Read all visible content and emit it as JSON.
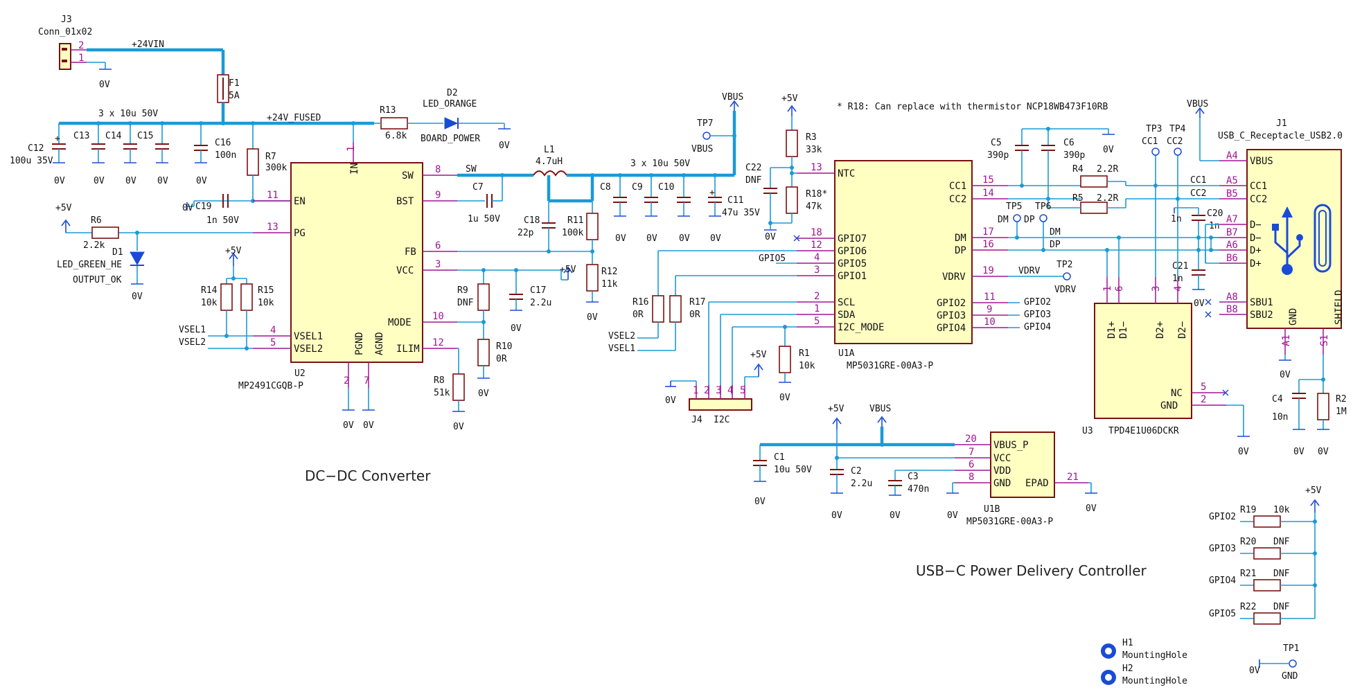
{
  "sections": {
    "dcdc_title": "DC−DC Converter",
    "usbpd_title": "USB−C Power Delivery Controller"
  },
  "note": "* R18: Can replace with thermistor NCP18WB473F10RB",
  "nets": {
    "vin": "+24VIN",
    "fused": "+24V_FUSED",
    "sw": "SW",
    "vbus": "VBUS",
    "p5v": "+5V",
    "gnd": "0V",
    "dm": "DM",
    "dp": "DP",
    "cc1": "CC1",
    "cc2": "CC2",
    "vdrv": "VDRV",
    "gpio2": "GPIO2",
    "gpio3": "GPIO3",
    "gpio4": "GPIO4",
    "gpio5": "GPIO5",
    "vsel1": "VSEL1",
    "vsel2": "VSEL2"
  },
  "labels": {
    "caps_in": "3 x 10u 50V",
    "caps_out": "3 x 10u 50V",
    "board_power": "BOARD_POWER",
    "output_ok": "OUTPUT_OK"
  },
  "u2": {
    "ref": "U2",
    "value": "MP2491CGQB-P",
    "pins_left": [
      {
        "num": "11",
        "name": "EN"
      },
      {
        "num": "13",
        "name": "PG"
      },
      {
        "num": "4",
        "name": "VSEL1"
      },
      {
        "num": "5",
        "name": "VSEL2"
      }
    ],
    "pins_right": [
      {
        "num": "8",
        "name": "SW"
      },
      {
        "num": "9",
        "name": "BST"
      },
      {
        "num": "6",
        "name": "FB"
      },
      {
        "num": "3",
        "name": "VCC"
      },
      {
        "num": "10",
        "name": "MODE"
      },
      {
        "num": "12",
        "name": "ILIM"
      }
    ],
    "pin_in": {
      "num": "1",
      "name": "IN"
    },
    "pin_pgnd": {
      "num": "2",
      "name": "PGND"
    },
    "pin_agnd": {
      "num": "7",
      "name": "AGND"
    }
  },
  "u1a": {
    "ref": "U1A",
    "value": "MP5031GRE-00A3-P",
    "pins_left": [
      {
        "num": "13",
        "name": "NTC"
      },
      {
        "num": "18",
        "name": "GPIO7"
      },
      {
        "num": "12",
        "name": "GPIO6"
      },
      {
        "num": "4",
        "name": "GPIO5"
      },
      {
        "num": "3",
        "name": "GPIO1"
      },
      {
        "num": "2",
        "name": "SCL"
      },
      {
        "num": "1",
        "name": "SDA"
      },
      {
        "num": "5",
        "name": "I2C_MODE"
      }
    ],
    "pins_right": [
      {
        "num": "15",
        "name": "CC1"
      },
      {
        "num": "14",
        "name": "CC2"
      },
      {
        "num": "17",
        "name": "DM"
      },
      {
        "num": "16",
        "name": "DP"
      },
      {
        "num": "19",
        "name": "VDRV"
      },
      {
        "num": "11",
        "name": "GPIO2"
      },
      {
        "num": "9",
        "name": "GPIO3"
      },
      {
        "num": "10",
        "name": "GPIO4"
      }
    ]
  },
  "u1b": {
    "ref": "U1B",
    "value": "MP5031GRE-00A3-P",
    "pins_left": [
      {
        "num": "20",
        "name": "VBUS_P"
      },
      {
        "num": "7",
        "name": "VCC"
      },
      {
        "num": "6",
        "name": "VDD"
      },
      {
        "num": "8",
        "name": "GND"
      }
    ],
    "pin_epad": {
      "num": "21",
      "name": "EPAD"
    }
  },
  "u3": {
    "ref": "U3",
    "value": "TPD4E1U06DCKR",
    "pins_top": [
      {
        "num": "1",
        "name": "D1+"
      },
      {
        "num": "6",
        "name": "D1−"
      },
      {
        "num": "3",
        "name": "D2+"
      },
      {
        "num": "4",
        "name": "D2−"
      }
    ],
    "pins_right": [
      {
        "num": "5",
        "name": "NC"
      },
      {
        "num": "2",
        "name": "GND"
      }
    ]
  },
  "j1": {
    "ref": "J1",
    "value": "USB_C_Receptacle_USB2.0",
    "pins_left": [
      {
        "num": "A4",
        "name": "VBUS"
      },
      {
        "num": "A5",
        "name": "CC1"
      },
      {
        "num": "B5",
        "name": "CC2"
      },
      {
        "num": "A7",
        "name": "D−"
      },
      {
        "num": "B7",
        "name": "D−"
      },
      {
        "num": "A6",
        "name": "D+"
      },
      {
        "num": "B6",
        "name": "D+"
      },
      {
        "num": "A8",
        "name": "SBU1"
      },
      {
        "num": "B8",
        "name": "SBU2"
      }
    ],
    "pin_gnd": {
      "num": "A1",
      "name": "GND"
    },
    "pin_shield": {
      "num": "S1",
      "name": "SHIELD"
    }
  },
  "j3": {
    "ref": "J3",
    "value": "Conn_01x02",
    "pins": [
      "2",
      "1"
    ]
  },
  "j4": {
    "ref": "J4",
    "value": "I2C",
    "pins": [
      "1",
      "2",
      "3",
      "4",
      "5"
    ]
  },
  "components": {
    "F1": "5A",
    "L1": "4.7uH",
    "C1": "10u 50V",
    "C2": "2.2u",
    "C3": "470n",
    "C4": "10n",
    "C5": "390p",
    "C6": "390p",
    "C7": "1u 50V",
    "C11": "47u 35V",
    "C12": "100u 35V",
    "C16": "100n",
    "C17": "2.2u",
    "C18": "22p",
    "C19": "1n 50V",
    "C20": "1n",
    "C21": "1n",
    "C22": "DNF",
    "R1": "10k",
    "R2": "1M",
    "R3": "33k",
    "R4": "2.2R",
    "R5": "2.2R",
    "R6": "2.2k",
    "R7": "300k",
    "R8": "51k",
    "R9": "DNF",
    "R10": "0R",
    "R11": "100k",
    "R12": "11k",
    "R13": "6.8k",
    "R14": "10k",
    "R15": "10k",
    "R16": "0R",
    "R17": "0R",
    "R18": "47k",
    "R19": "10k",
    "R20": "DNF",
    "R21": "DNF",
    "R22": "DNF",
    "D1": "LED_GREEN_HE",
    "D2": "LED_ORANGE"
  },
  "testpoints": {
    "TP1": "GND",
    "TP2": "VDRV",
    "TP3": "CC1",
    "TP4": "CC2",
    "TP5": "DM",
    "TP6": "DP",
    "TP7": "VBUS"
  },
  "holes": [
    {
      "ref": "H1",
      "value": "MountingHole"
    },
    {
      "ref": "H2",
      "value": "MountingHole"
    }
  ]
}
